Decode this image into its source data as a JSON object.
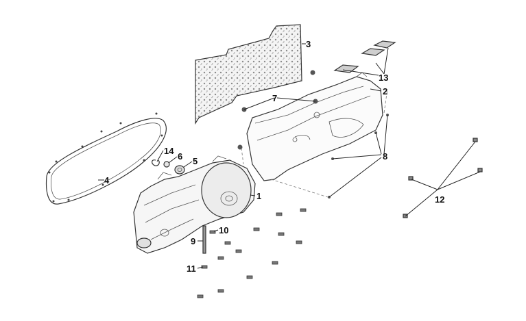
{
  "diagram": {
    "type": "exploded-parts-view",
    "labels": [
      {
        "id": "1",
        "text": "1"
      },
      {
        "id": "2",
        "text": "2"
      },
      {
        "id": "3",
        "text": "3"
      },
      {
        "id": "4",
        "text": "4"
      },
      {
        "id": "5",
        "text": "5"
      },
      {
        "id": "6",
        "text": "6"
      },
      {
        "id": "7",
        "text": "7"
      },
      {
        "id": "8",
        "text": "8"
      },
      {
        "id": "9",
        "text": "9"
      },
      {
        "id": "10",
        "text": "10"
      },
      {
        "id": "11",
        "text": "11"
      },
      {
        "id": "12",
        "text": "12"
      },
      {
        "id": "13",
        "text": "13"
      },
      {
        "id": "14",
        "text": "14"
      }
    ]
  }
}
